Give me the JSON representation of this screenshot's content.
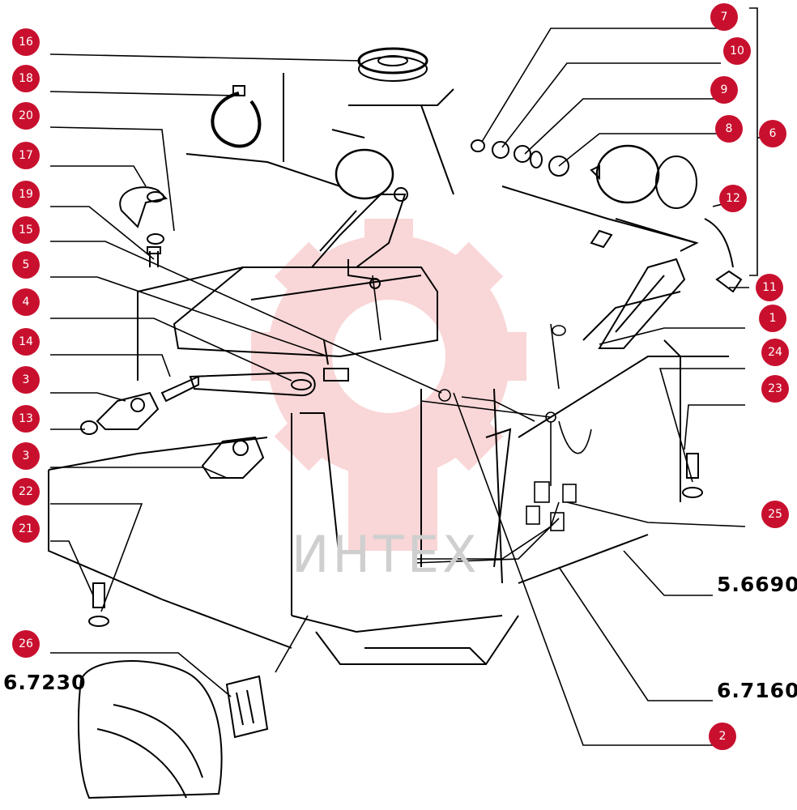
{
  "diagram": {
    "callouts": [
      "16",
      "18",
      "20",
      "17",
      "19",
      "15",
      "5",
      "4",
      "14",
      "3",
      "13",
      "3",
      "22",
      "21",
      "26",
      "7",
      "10",
      "9",
      "8",
      "6",
      "12",
      "11",
      "1",
      "24",
      "23",
      "25",
      "2"
    ],
    "references": [
      "5.6690",
      "6.7160",
      "6.7230"
    ],
    "watermark": "ИНТЕХ"
  },
  "colors": {
    "callout": "#c8102e",
    "line": "#000000",
    "watermark": "#e8474f"
  }
}
